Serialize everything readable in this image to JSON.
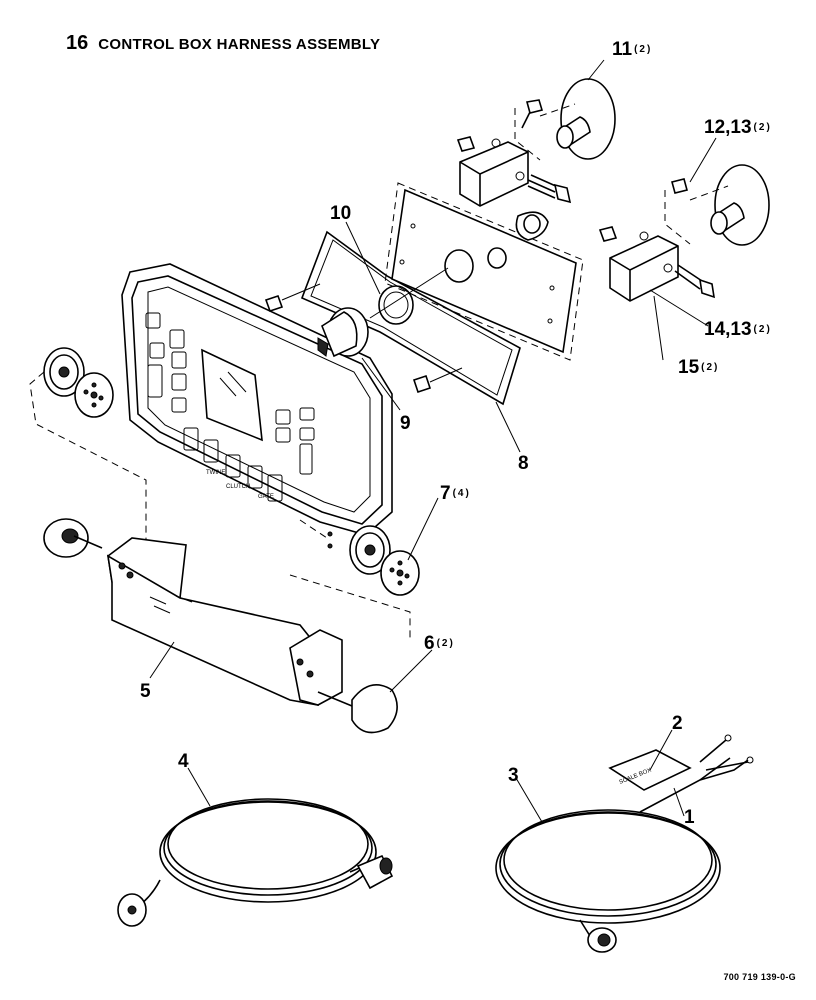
{
  "title": {
    "number": "16",
    "text": "CONTROL BOX HARNESS ASSEMBLY"
  },
  "callouts": [
    {
      "id": "1",
      "label": "1",
      "qty": ""
    },
    {
      "id": "2",
      "label": "2",
      "qty": ""
    },
    {
      "id": "3",
      "label": "3",
      "qty": ""
    },
    {
      "id": "4",
      "label": "4",
      "qty": ""
    },
    {
      "id": "5",
      "label": "5",
      "qty": ""
    },
    {
      "id": "6",
      "label": "6",
      "qty": "(2)"
    },
    {
      "id": "7",
      "label": "7",
      "qty": "(4)"
    },
    {
      "id": "8",
      "label": "8",
      "qty": ""
    },
    {
      "id": "9",
      "label": "9",
      "qty": ""
    },
    {
      "id": "10",
      "label": "10",
      "qty": ""
    },
    {
      "id": "11",
      "label": "11",
      "qty": "(2)"
    },
    {
      "id": "12",
      "label": "12,13",
      "qty": "(2)"
    },
    {
      "id": "14",
      "label": "14,13",
      "qty": "(2)"
    },
    {
      "id": "15",
      "label": "15",
      "qty": "(2)"
    }
  ],
  "panel_labels": [
    "TWINE",
    "CLUTCH",
    "GATE"
  ],
  "tag_text": "SCALE BOX",
  "document_number": "700 719 139-0-G"
}
